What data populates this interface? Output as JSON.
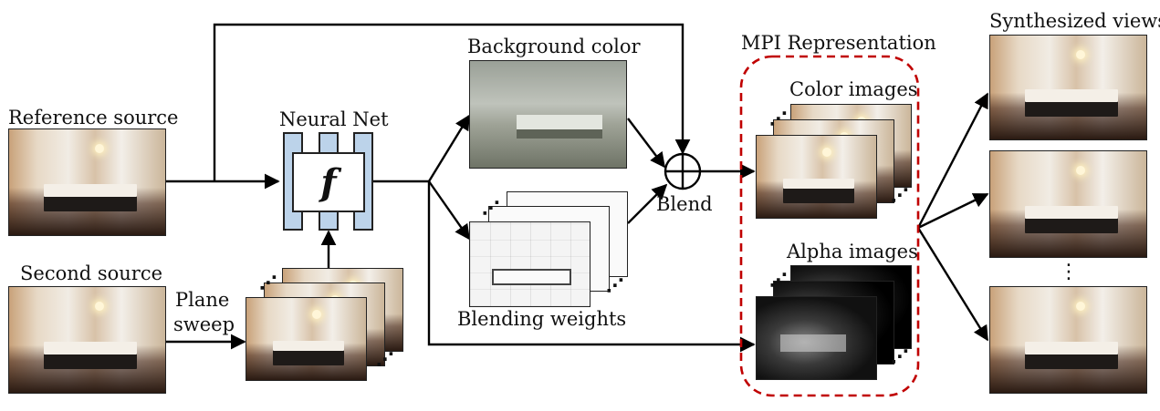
{
  "labels": {
    "reference_source": "Reference source",
    "second_source": "Second source",
    "plane": "Plane",
    "sweep": "sweep",
    "neural_net": "Neural Net",
    "f_symbol": "f",
    "background_color": "Background color",
    "blending_weights": "Blending weights",
    "blend": "Blend",
    "mpi_representation": "MPI Representation",
    "color_images": "Color images",
    "alpha_images": "Alpha images",
    "synthesized_views": "Synthesized views",
    "vertical_dots": "⋮"
  },
  "colors": {
    "net_fill": "#bcd3ea",
    "mpi_border": "#c00000",
    "line": "#000000"
  }
}
